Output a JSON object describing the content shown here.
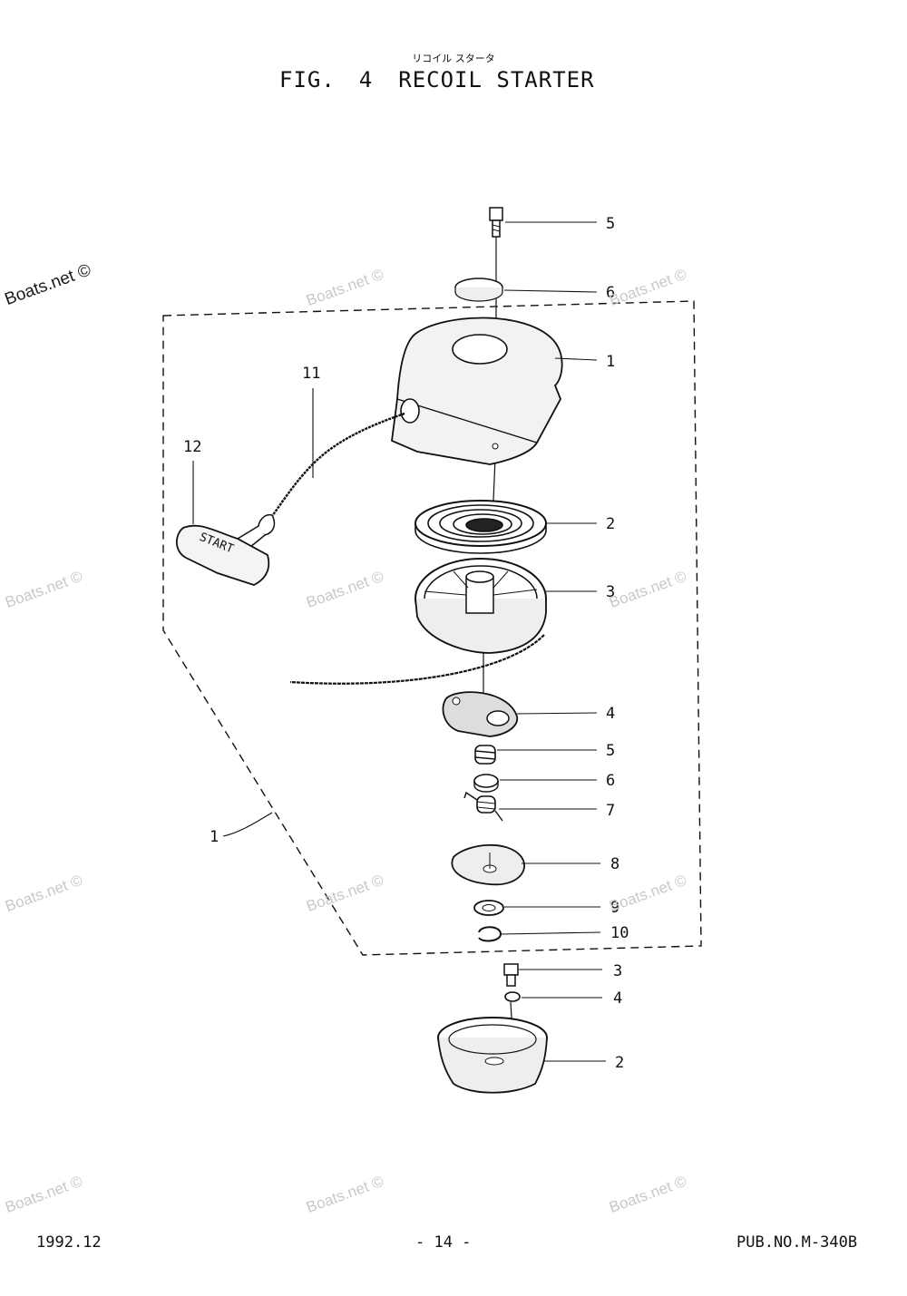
{
  "header": {
    "subtitle_jp": "リコイル スタータ",
    "fig_label": "FIG.",
    "fig_number": "4",
    "fig_title": "RECOIL STARTER"
  },
  "callouts": [
    {
      "id": "c1",
      "label": "5"
    },
    {
      "id": "c2",
      "label": "6"
    },
    {
      "id": "c3",
      "label": "1"
    },
    {
      "id": "c4",
      "label": "11"
    },
    {
      "id": "c5",
      "label": "12"
    },
    {
      "id": "c6",
      "label": "2"
    },
    {
      "id": "c7",
      "label": "3"
    },
    {
      "id": "c8",
      "label": "4"
    },
    {
      "id": "c9",
      "label": "5"
    },
    {
      "id": "c10",
      "label": "6"
    },
    {
      "id": "c11",
      "label": "7"
    },
    {
      "id": "c12",
      "label": "1"
    },
    {
      "id": "c13",
      "label": "8"
    },
    {
      "id": "c14",
      "label": "9"
    },
    {
      "id": "c15",
      "label": "10"
    },
    {
      "id": "c16",
      "label": "3"
    },
    {
      "id": "c17",
      "label": "4"
    },
    {
      "id": "c18",
      "label": "2"
    }
  ],
  "handle_text": "START",
  "footer": {
    "date": "1992.12",
    "page": "- 14 -",
    "pub": "PUB.NO.M-340B"
  },
  "watermark": "Boats.net ©"
}
